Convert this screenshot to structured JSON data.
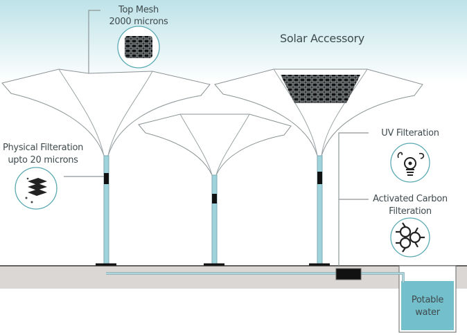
{
  "labels": {
    "top_mesh": "Top Mesh",
    "top_mesh_size": "2000 microns",
    "solar": "Solar Accessory",
    "physical_1": "Physical Filteration",
    "physical_2": "upto 20 microns",
    "uv": "UV Filteration",
    "carbon_1": "Activated Carbon",
    "carbon_2": "Filteration",
    "potable_1": "Potable",
    "potable_2": "water"
  },
  "colors": {
    "sky": "#bfe3e8",
    "water": "#74bfcc",
    "ground": "#d9d6d3",
    "accent": "#5aa9b3",
    "text": "#3e4a4d"
  }
}
